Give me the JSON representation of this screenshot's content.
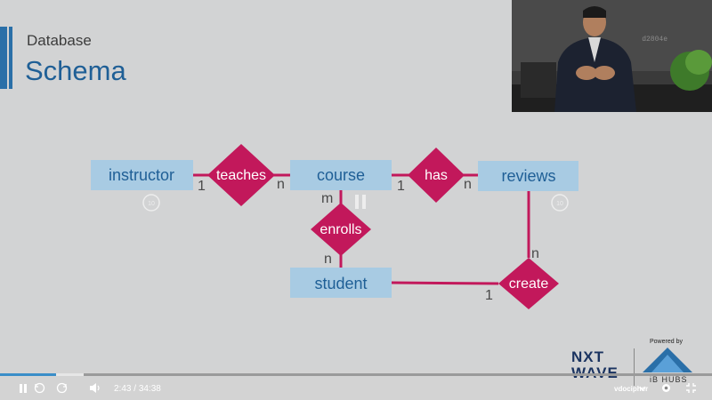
{
  "slide": {
    "subtitle": "Database",
    "title": "Schema"
  },
  "webcam": {
    "watermark": "d2804e"
  },
  "diagram": {
    "entities": {
      "instructor": "instructor",
      "course": "course",
      "reviews": "reviews",
      "student": "student"
    },
    "relationships": {
      "teaches": "teaches",
      "has": "has",
      "enrolls": "enrolls",
      "create": "create"
    },
    "cardinalities": {
      "teaches_instructor": "1",
      "teaches_course": "n",
      "has_course": "1",
      "has_reviews": "n",
      "enrolls_course": "m",
      "enrolls_student": "n",
      "create_student": "1",
      "create_reviews": "n"
    },
    "colors": {
      "entity_fill": "#a8cbe3",
      "relationship_fill": "#c2185b",
      "connector": "#c2185b",
      "title": "#1f5f96"
    }
  },
  "player": {
    "current_time": "2:43",
    "separator": "/",
    "duration": "34:38",
    "progress": 0.0785,
    "buffered": 0.117,
    "overlay_skip_back": "10",
    "overlay_skip_forward": "10",
    "icons": [
      "pause-icon",
      "rewind-10-icon",
      "forward-10-icon",
      "volume-icon",
      "settings-icon",
      "chevron-down-icon",
      "fullscreen-exit-icon"
    ]
  },
  "branding": {
    "brand_line1": "NXT",
    "brand_line2": "WAVE",
    "powered_by": "Powered by",
    "partner": "iB HUBS",
    "player_logo": "vdocipher"
  }
}
